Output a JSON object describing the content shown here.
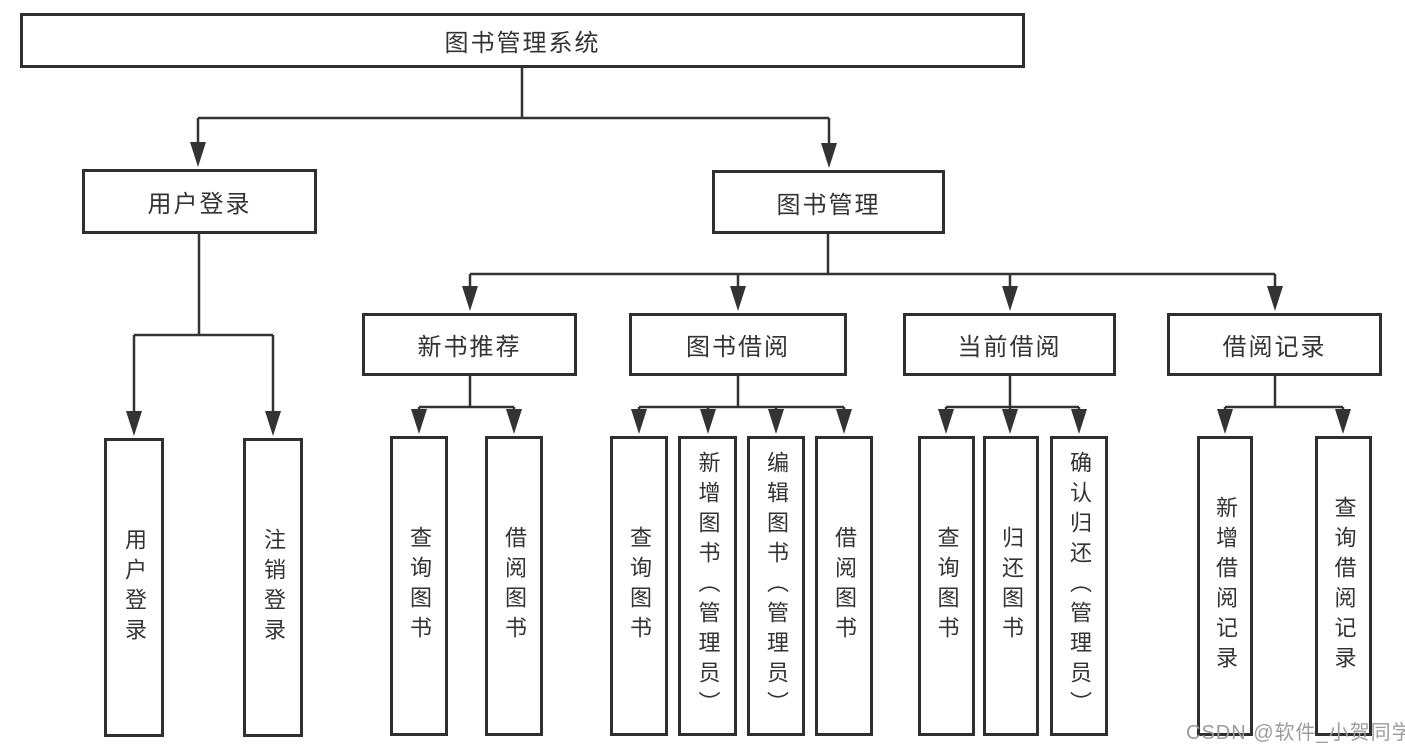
{
  "diagram": {
    "root": {
      "label": "图书管理系统"
    },
    "user_login": {
      "label": "用户登录"
    },
    "book_mgmt": {
      "label": "图书管理"
    },
    "new_book_rec": {
      "label": "新书推荐"
    },
    "book_borrow": {
      "label": "图书借阅"
    },
    "current_borrow": {
      "label": "当前借阅"
    },
    "borrow_record": {
      "label": "借阅记录"
    },
    "leaf_user_login": {
      "label": "用户登录"
    },
    "leaf_logout": {
      "label": "注销登录"
    },
    "leaf_nb_query": {
      "label": "查询图书"
    },
    "leaf_nb_borrow": {
      "label": "借阅图书"
    },
    "leaf_bb_query": {
      "label": "查询图书"
    },
    "leaf_bb_add": {
      "label": "新增图书（管理员）"
    },
    "leaf_bb_edit": {
      "label": "编辑图书（管理员）"
    },
    "leaf_bb_borrow": {
      "label": "借阅图书"
    },
    "leaf_cb_query": {
      "label": "查询图书"
    },
    "leaf_cb_return": {
      "label": "归还图书"
    },
    "leaf_cb_confirm": {
      "label": "确认归还（管理员）"
    },
    "leaf_br_add": {
      "label": "新增借阅记录"
    },
    "leaf_br_query": {
      "label": "查询借阅记录"
    }
  },
  "colors": {
    "line": "#333333",
    "border": "#2f2f2f",
    "text": "#333333",
    "watermark": "#9c9c9c",
    "background": "#ffffff"
  },
  "watermark": {
    "text": "CSDN @软件_小贺同学"
  }
}
